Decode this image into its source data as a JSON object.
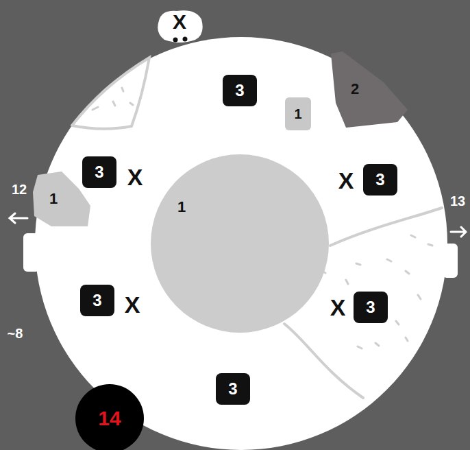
{
  "diagram": {
    "nodes": [
      {
        "text": [
          "3"
        ]
      },
      {
        "text": [
          "2"
        ]
      },
      {
        "text": [
          "1"
        ]
      },
      {
        "text": [
          "3"
        ]
      },
      {
        "text": [
          "3"
        ]
      },
      {
        "text": [
          "1"
        ]
      },
      {
        "text": [
          "1"
        ]
      },
      {
        "text": [
          "3"
        ]
      },
      {
        "text": [
          "3"
        ]
      },
      {
        "text": [
          "3"
        ]
      },
      {
        "text": [
          "14"
        ]
      }
    ],
    "labels": [
      "X",
      "X",
      "X",
      "X",
      "X",
      "12",
      "13",
      "~8"
    ]
  }
}
